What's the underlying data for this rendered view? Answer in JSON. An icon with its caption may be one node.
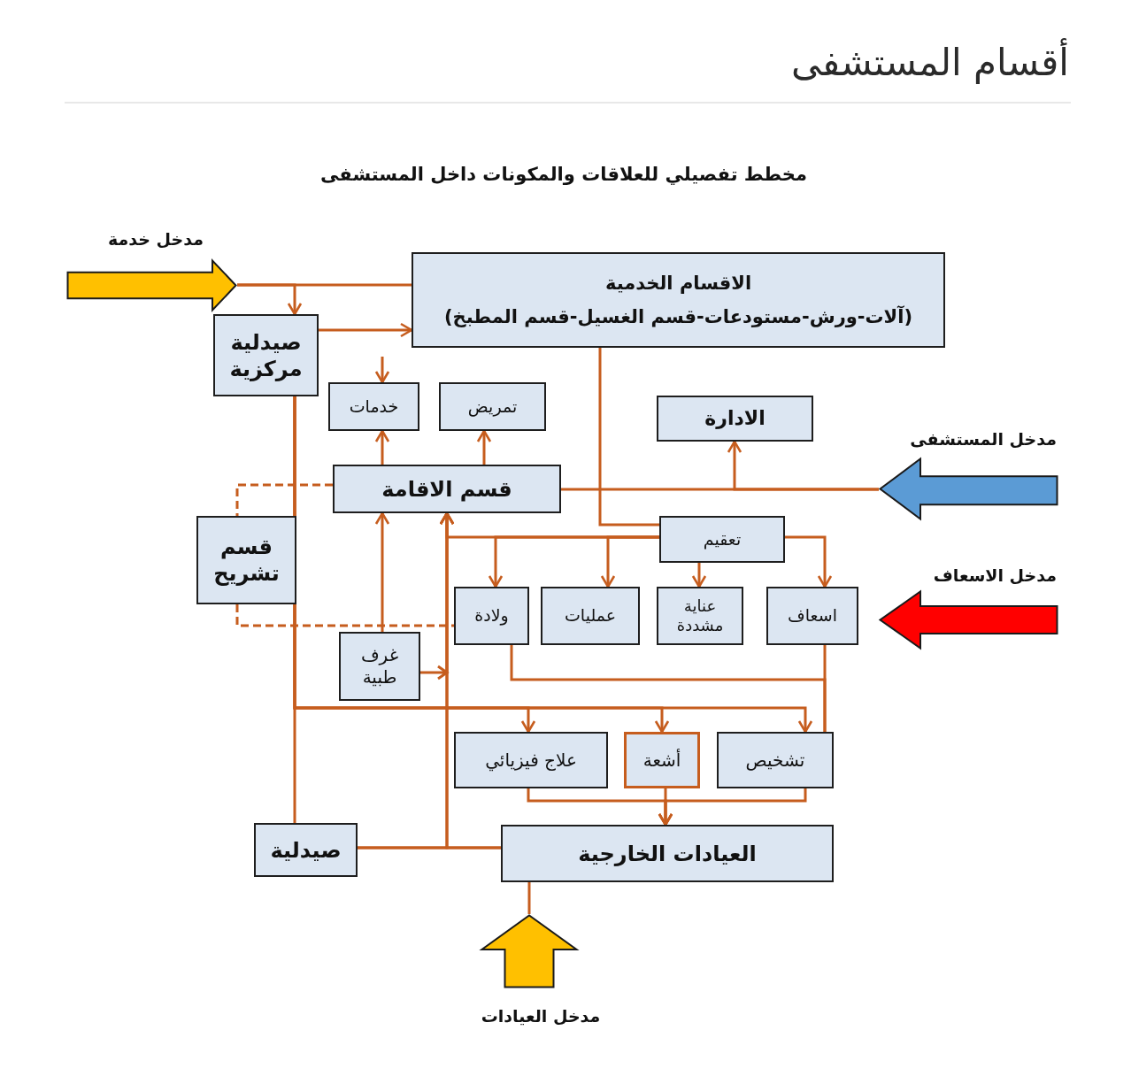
{
  "diagram": {
    "title": "أقسام المستشفى",
    "nodes": [
      {
        "text": [
          "الاقسام الخدمية",
          "(آلات-ورش-مستودعات-قسم الغسيل-قسم المطبخ)"
        ]
      },
      {
        "text": [
          "صيدلية مركزية"
        ]
      },
      {
        "text": [
          "خدمات"
        ]
      },
      {
        "text": [
          "تمريض"
        ]
      },
      {
        "text": [
          "الادارة"
        ]
      },
      {
        "text": [
          "قسم الاقامة"
        ]
      },
      {
        "text": [
          "قسم تشريح"
        ]
      },
      {
        "text": [
          "تعقيم"
        ]
      },
      {
        "text": [
          "ولادة"
        ]
      },
      {
        "text": [
          "عمليات"
        ]
      },
      {
        "text": [
          "عناية مشددة"
        ]
      },
      {
        "text": [
          "اسعاف"
        ]
      },
      {
        "text": [
          "غرف طبية"
        ]
      },
      {
        "text": [
          "علاج فيزيائي"
        ]
      },
      {
        "text": [
          "أشعة"
        ]
      },
      {
        "text": [
          "تشخيص"
        ]
      },
      {
        "text": [
          "صيدلية"
        ]
      },
      {
        "text": [
          "العيادات الخارجية"
        ]
      },
      {
        "text": [
          "مدخل خدمة"
        ]
      },
      {
        "text": [
          "مدخل المستشفى"
        ]
      },
      {
        "text": [
          "مدخل الاسعاف"
        ]
      },
      {
        "text": [
          "مدخل العيادات"
        ]
      }
    ],
    "edges": [
      {
        "from": 18,
        "to": 0,
        "arrow": "none"
      },
      {
        "from": 18,
        "to": 1,
        "arrow": "to"
      },
      {
        "from": 1,
        "to": 0,
        "arrow": "to"
      },
      {
        "from": null,
        "to": 2,
        "arrow": "to"
      },
      {
        "from": 5,
        "to": 2,
        "arrow": "to"
      },
      {
        "from": 5,
        "to": 3,
        "arrow": "to"
      },
      {
        "from": 0,
        "to": 7,
        "arrow": "none"
      },
      {
        "from": 19,
        "to": 5,
        "arrow": "none"
      },
      {
        "from": 19,
        "to": 4,
        "arrow": "to"
      },
      {
        "from": 5,
        "to": 6,
        "arrow": "none",
        "style": "dashed"
      },
      {
        "from": 6,
        "to": 8,
        "arrow": "none",
        "style": "dashed"
      },
      {
        "from": 7,
        "to": 5,
        "arrow": "to"
      },
      {
        "from": 7,
        "to": 8,
        "arrow": "to"
      },
      {
        "from": 7,
        "to": 9,
        "arrow": "to"
      },
      {
        "from": 7,
        "to": 10,
        "arrow": "to"
      },
      {
        "from": 7,
        "to": 11,
        "arrow": "to"
      },
      {
        "from": 12,
        "to": 5,
        "arrow": "to"
      },
      {
        "from": 12,
        "to": 5,
        "arrow": "to"
      },
      {
        "from": 1,
        "to": 16,
        "arrow": "none"
      },
      {
        "from": 1,
        "to": 13,
        "arrow": "to"
      },
      {
        "from": 1,
        "to": 14,
        "arrow": "to"
      },
      {
        "from": 1,
        "to": 15,
        "arrow": "to"
      },
      {
        "from": 16,
        "to": 17,
        "arrow": "none"
      },
      {
        "from": 16,
        "to": 5,
        "arrow": "to"
      },
      {
        "from": 17,
        "to": 5,
        "arrow": "to"
      },
      {
        "from": 11,
        "to": 15,
        "arrow": "none"
      },
      {
        "from": 8,
        "to": 15,
        "arrow": "none"
      },
      {
        "from": 13,
        "to": 17,
        "arrow": "to"
      },
      {
        "from": 14,
        "to": 17,
        "arrow": "to"
      },
      {
        "from": 15,
        "to": 17,
        "arrow": "to"
      },
      {
        "from": 21,
        "to": 17,
        "arrow": "none"
      }
    ],
    "labels": [
      "مخطط تفصيلي للعلاقات والمكونات داخل المستشفى"
    ]
  }
}
